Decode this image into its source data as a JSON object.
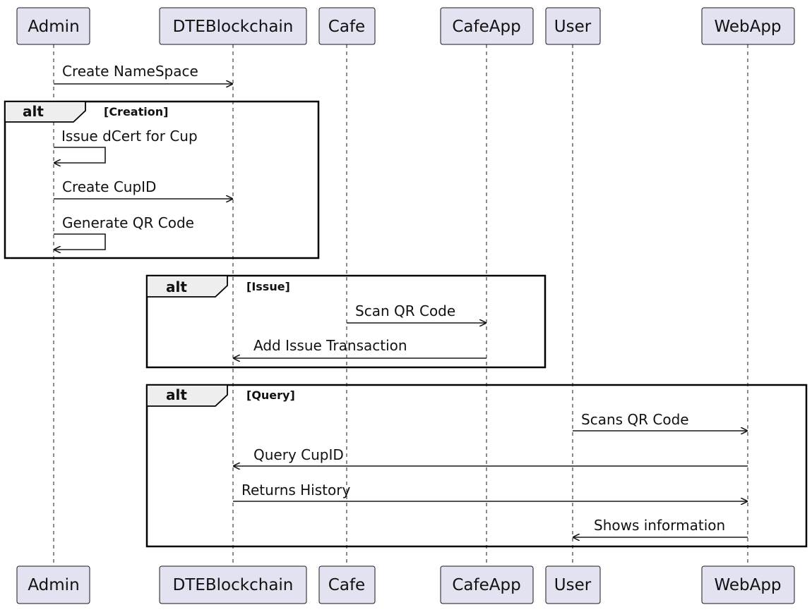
{
  "participants": [
    {
      "id": "admin",
      "label": "Admin"
    },
    {
      "id": "dte",
      "label": "DTEBlockchain"
    },
    {
      "id": "cafe",
      "label": "Cafe"
    },
    {
      "id": "cafeapp",
      "label": "CafeApp"
    },
    {
      "id": "user",
      "label": "User"
    },
    {
      "id": "webapp",
      "label": "WebApp"
    }
  ],
  "messages": [
    {
      "from": "admin",
      "to": "dte",
      "label": "Create NameSpace"
    },
    {
      "from": "admin",
      "to": "admin",
      "label": "Issue dCert for Cup"
    },
    {
      "from": "admin",
      "to": "dte",
      "label": "Create CupID"
    },
    {
      "from": "admin",
      "to": "admin",
      "label": "Generate QR Code"
    },
    {
      "from": "cafe",
      "to": "cafeapp",
      "label": "Scan QR Code"
    },
    {
      "from": "cafeapp",
      "to": "dte",
      "label": "Add Issue Transaction"
    },
    {
      "from": "user",
      "to": "webapp",
      "label": "Scans QR Code"
    },
    {
      "from": "webapp",
      "to": "dte",
      "label": "Query CupID"
    },
    {
      "from": "dte",
      "to": "webapp",
      "label": "Returns History"
    },
    {
      "from": "webapp",
      "to": "user",
      "label": "Shows information"
    }
  ],
  "fragments": [
    {
      "kind": "alt",
      "guard": "[Creation]"
    },
    {
      "kind": "alt",
      "guard": "[Issue]"
    },
    {
      "kind": "alt",
      "guard": "[Query]"
    }
  ]
}
